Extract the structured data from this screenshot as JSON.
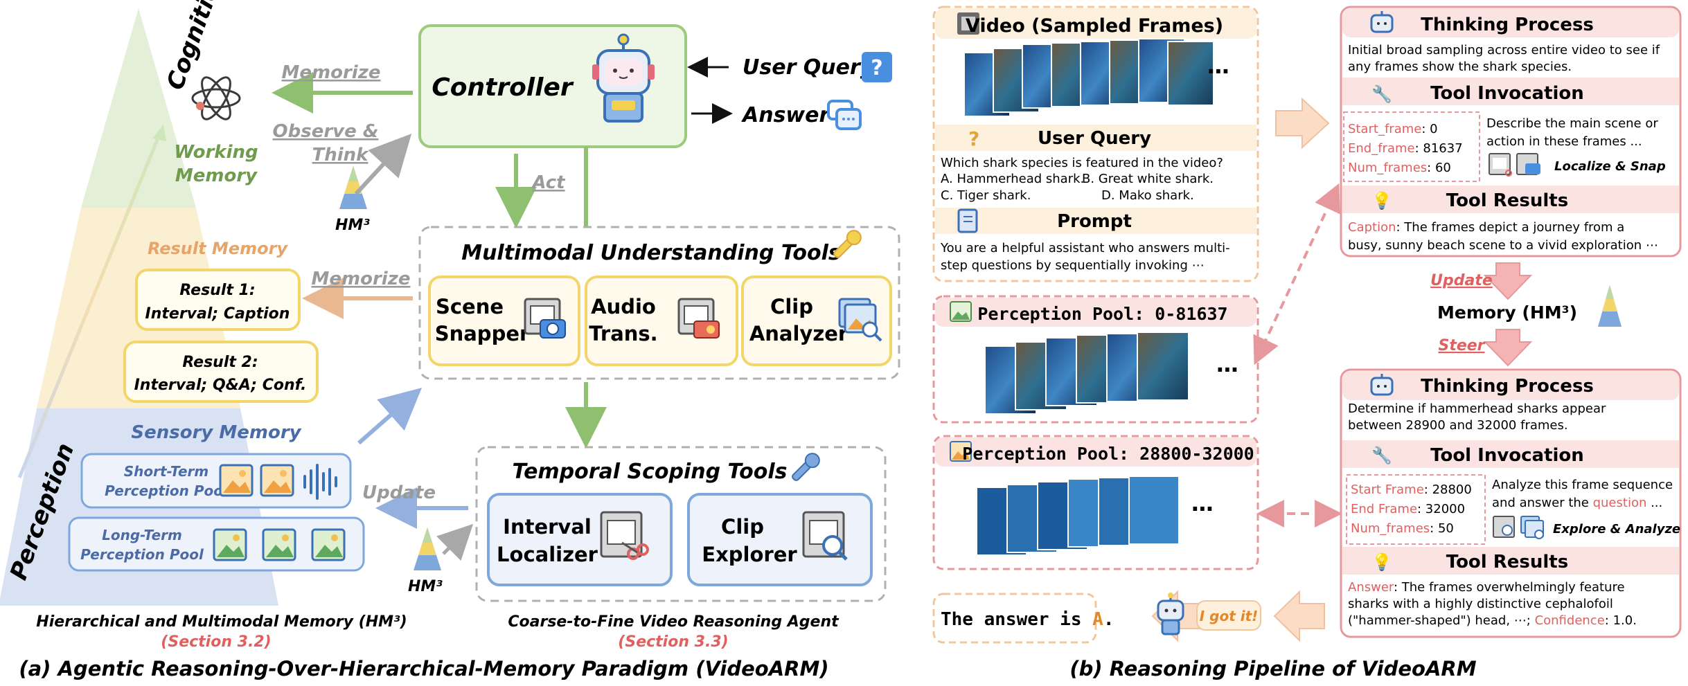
{
  "left": {
    "pyramid_top": "Cognition",
    "pyramid_side": "Perception",
    "working_memory": [
      "Working",
      "Memory"
    ],
    "result_memory": "Result Memory",
    "result1": [
      "Result 1:",
      "Interval;  Caption"
    ],
    "result2": [
      "Result 2:",
      "Interval; Q&A; Conf."
    ],
    "sensory_memory": "Sensory Memory",
    "short_term": [
      "Short-Term",
      "Perception Pool"
    ],
    "long_term": [
      "Long-Term",
      "Perception Pool"
    ],
    "hm3_label": "HM³",
    "caption_memory": "Hierarchical and Multimodal Memory (HM³)",
    "caption_memory_section": "(Section 3.2)",
    "edge_memorize_top": "Memorize",
    "edge_observe": [
      "Observe &",
      "Think"
    ],
    "edge_memorize_mid": "Memorize",
    "edge_update": "Update",
    "edge_act": "Act",
    "controller": "Controller",
    "user_query": "User Query",
    "answer": "Answer",
    "mut_title": "Multimodal Understanding Tools",
    "tool_scene": [
      "Scene",
      "Snapper"
    ],
    "tool_audio": [
      "Audio",
      "Trans."
    ],
    "tool_clip_analyzer": [
      "Clip",
      "Analyzer"
    ],
    "tst_title": "Temporal Scoping Tools",
    "tool_interval": [
      "Interval",
      "Localizer"
    ],
    "tool_clip_explorer": [
      "Clip",
      "Explorer"
    ],
    "caption_agent": "Coarse-to-Fine Video Reasoning Agent",
    "caption_agent_section": "(Section 3.3)",
    "subtitle_a": "(a)    Agentic Reasoning-Over-Hierarchical-Memory Paradigm (VideoARM)"
  },
  "right": {
    "video_title": "Video (Sampled Frames)",
    "user_query_title": "User Query",
    "question": "Which shark species is featured in the video?",
    "options": [
      "A. Hammerhead shark.",
      "B. Great white shark.",
      "C. Tiger shark.",
      "D. Mako shark."
    ],
    "prompt_title": "Prompt",
    "prompt_text": [
      "You are a helpful assistant who answers multi-",
      "step questions by sequentially invoking ⋯"
    ],
    "pool1_title": "Perception Pool: 0-81637",
    "pool2_title": "Perception Pool: 28800-32000",
    "ellipsis": "⋯",
    "thinking_title": "Thinking Process",
    "thinking1": [
      "Initial broad sampling across entire video to see if",
      "any frames show the shark species."
    ],
    "tool_invocation": "Tool Invocation",
    "inv1_params": [
      {
        "key": "Start_frame",
        "value": ": 0"
      },
      {
        "key": "End_frame",
        "value": ":  81637"
      },
      {
        "key": "Num_frames",
        "value": ": 60"
      }
    ],
    "inv1_desc": [
      "Describe the main scene or",
      "action in these frames  ..."
    ],
    "inv1_tools": "Localize & Snap",
    "tool_results": "Tool Results",
    "result1_key": "Caption",
    "result1_text": [
      ": The frames depict a journey from a",
      "busy, sunny beach scene to a vivid exploration ⋯"
    ],
    "update": "Update",
    "memory_label": "Memory (HM³)",
    "steer": "Steer",
    "thinking2": [
      "Determine if hammerhead sharks appear",
      "between 28900 and 32000 frames."
    ],
    "inv2_params": [
      {
        "key": "Start Frame",
        "value": ": 28800"
      },
      {
        "key": "End Frame",
        "value": ":  32000"
      },
      {
        "key": "Num_frames",
        "value": ": 50"
      }
    ],
    "inv2_desc_1": "Analyze this frame sequence",
    "inv2_desc_2a": "and answer the ",
    "inv2_desc_2b": "question",
    "inv2_desc_2c": " ...",
    "inv2_tools": "Explore & Analyze",
    "result2_key": "Answer",
    "result2_line1": ": The frames overwhelmingly feature",
    "result2_line2": "sharks with a highly distinctive cephalofoil",
    "result2_line3a": "(\"hammer-shaped\") head, ⋯;   ",
    "result2_conf_key": "Confidence",
    "result2_conf_val": ": 1.0.",
    "final_answer_prefix": "The answer is ",
    "final_answer_letter": "A",
    "final_answer_suffix": ".",
    "got_it": "I got it!",
    "subtitle_b": "(b) Reasoning Pipeline of VideoARM"
  },
  "colors": {
    "green": "#8fc06f",
    "green_fill": "#eef6e6",
    "orange_fill": "#fdf0dc",
    "orange_border": "#f0c79c",
    "pink_border": "#e6989d",
    "pink_fill": "#fbe3e2",
    "blue_fill": "#d8e2f3",
    "blue_border": "#7ea7db",
    "yellow": "#f5d86a",
    "red_text": "#e06060"
  }
}
